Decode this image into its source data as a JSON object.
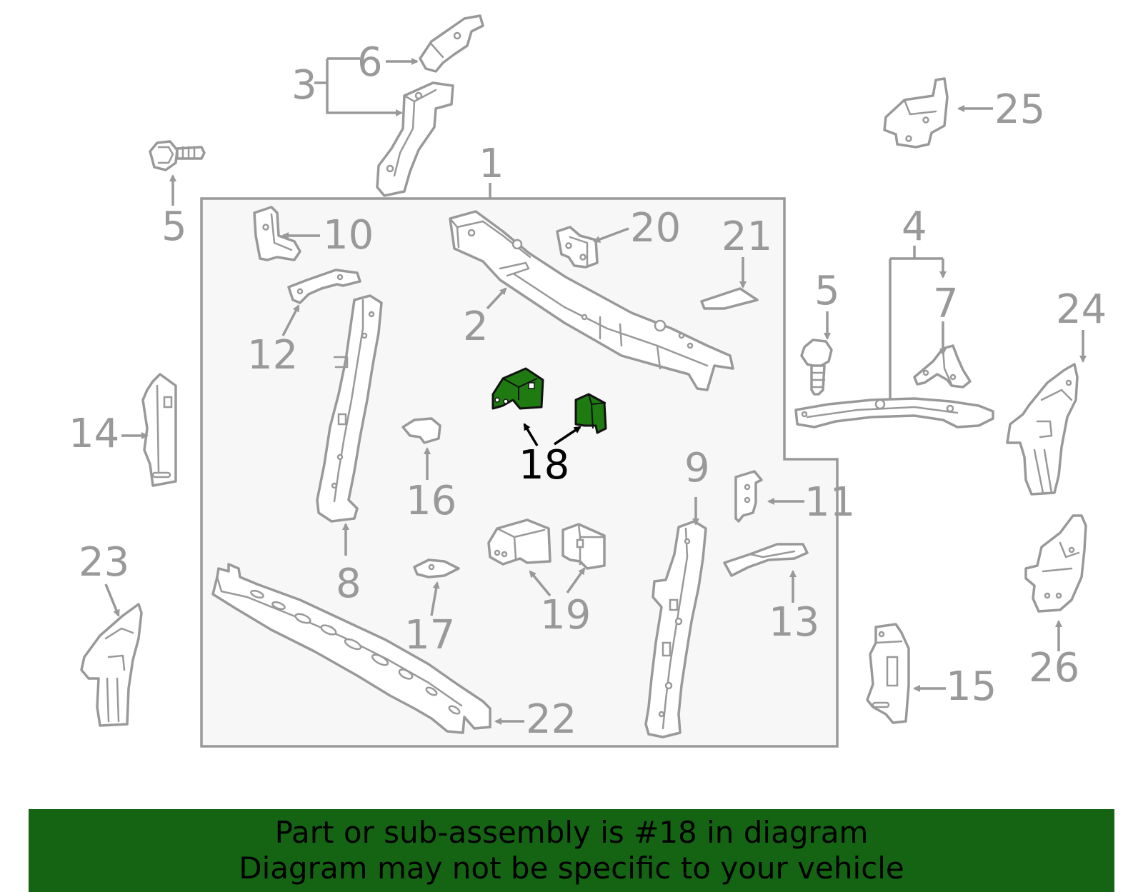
{
  "diagram": {
    "callouts": {
      "c1": "1",
      "c2": "2",
      "c3": "3",
      "c4": "4",
      "c5a": "5",
      "c5b": "5",
      "c6": "6",
      "c7": "7",
      "c8": "8",
      "c9": "9",
      "c10": "10",
      "c11": "11",
      "c12": "12",
      "c13": "13",
      "c14": "14",
      "c15": "15",
      "c16": "16",
      "c17": "17",
      "c18": "18",
      "c19": "19",
      "c20": "20",
      "c21": "21",
      "c22": "22",
      "c23": "23",
      "c24": "24",
      "c25": "25",
      "c26": "26"
    },
    "highlighted_part": "18",
    "highlight_color": "#1f7a12",
    "line_color": "#999999",
    "panel_fill": "#f7f7f7"
  },
  "banner": {
    "line1": "Part or sub-assembly is #18 in diagram",
    "line2": "Diagram may not be specific to your vehicle",
    "background": "#146414"
  }
}
